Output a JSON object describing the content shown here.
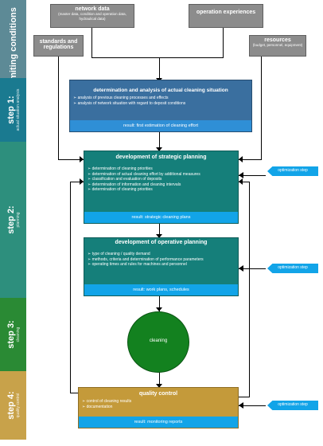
{
  "sidebar": [
    {
      "main": "limiting conditions",
      "sub": "",
      "color": "#5d8a96"
    },
    {
      "main": "step 1:",
      "sub": "actual situation analysis",
      "color": "#1a7a90"
    },
    {
      "main": "step 2:",
      "sub": "planning",
      "color": "#2d8f7d"
    },
    {
      "main": "step 3:",
      "sub": "cleaning",
      "color": "#2a8a34"
    },
    {
      "main": "step 4:",
      "sub": "quality control",
      "color": "#c8a24a"
    }
  ],
  "inputs": {
    "network_data": {
      "title": "network data",
      "sub": "(master data, condition and operation data, hydraulical data)"
    },
    "operation_experiences": {
      "title": "operation experiences"
    },
    "standards": {
      "title": "standards and regulations"
    },
    "resources": {
      "title": "resources",
      "sub": "(budget, personnel, equipment)"
    }
  },
  "step1_box": {
    "title": "determination and analysis of actual cleaning situation",
    "bullets": [
      "analysis of previous cleaning processes and effects",
      "analysis of network situation with regard to deposit conditions"
    ],
    "result": "result: first estimation of cleaning effort"
  },
  "strategic": {
    "title": "development of strategic planning",
    "bullets": [
      "determination of cleaning priorities",
      "determination of actual cleaning effort by additional measures",
      "classification and evaluation of deposits",
      "determination of information and cleaning intervals",
      "determination of cleaning priorities"
    ],
    "result": "result: strategic cleaning plans"
  },
  "operative": {
    "title": "development of operative planning",
    "bullets": [
      "type of cleaning / quality demand",
      "methods, criteria and determination of performance parameters",
      "operating times and rules for machines and personnel"
    ],
    "result": "result: work plans, schedules"
  },
  "cleaning": {
    "label": "cleaning"
  },
  "quality": {
    "title": "quality control",
    "bullets": [
      "control of cleaning results",
      "documentation"
    ],
    "result": "result: monitoring reports"
  },
  "optimization": [
    "optimization step",
    "optimization step",
    "optimization step"
  ],
  "colors": {
    "step1_box": "#3a6f9f",
    "strategic": "#157f7a",
    "operative": "#157f7a",
    "result_bar": "#12a4e8",
    "cleaning": "#13811f",
    "quality": "#c49a3a"
  }
}
